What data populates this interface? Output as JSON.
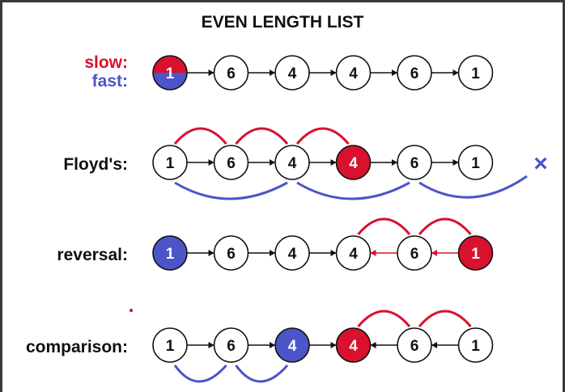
{
  "title": "EVEN LENGTH LIST",
  "labels": {
    "slow": "slow:",
    "fast": "fast:",
    "floyds": "Floyd's:",
    "reversal": "reversal:",
    "comparison": "comparison:"
  },
  "colors": {
    "red": "#d8112e",
    "blue": "#4b55c9",
    "black": "#111111",
    "white": "#ffffff"
  },
  "rows": [
    {
      "id": "legend",
      "values": [
        "1",
        "6",
        "4",
        "4",
        "6",
        "1"
      ],
      "fills": [
        "split",
        "white",
        "white",
        "white",
        "white",
        "white"
      ],
      "arrows": [
        "right",
        "right",
        "right",
        "right",
        "right"
      ],
      "red_arcs": [],
      "blue_arcs": [],
      "x_mark": false
    },
    {
      "id": "floyds",
      "values": [
        "1",
        "6",
        "4",
        "4",
        "6",
        "1"
      ],
      "fills": [
        "white",
        "white",
        "white",
        "red",
        "white",
        "white"
      ],
      "arrows": [
        "right",
        "right",
        "right",
        "right",
        "right"
      ],
      "red_arcs": [
        [
          0,
          1
        ],
        [
          1,
          2
        ],
        [
          2,
          3
        ]
      ],
      "blue_arcs": [
        [
          0,
          2
        ],
        [
          2,
          4
        ],
        [
          4,
          6
        ]
      ],
      "x_mark": true,
      "x_text": "×"
    },
    {
      "id": "reversal",
      "values": [
        "1",
        "6",
        "4",
        "4",
        "6",
        "1"
      ],
      "fills": [
        "blue",
        "white",
        "white",
        "white",
        "white",
        "red"
      ],
      "arrows": [
        "right",
        "right",
        "right",
        "left-red",
        "left-red"
      ],
      "red_arcs": [
        [
          3,
          4
        ],
        [
          4,
          5
        ]
      ],
      "blue_arcs": [],
      "x_mark": false
    },
    {
      "id": "comparison",
      "values": [
        "1",
        "6",
        "4",
        "4",
        "6",
        "1"
      ],
      "fills": [
        "white",
        "white",
        "blue",
        "red",
        "white",
        "white"
      ],
      "arrows": [
        "right",
        "right",
        "right",
        "left",
        "left"
      ],
      "red_arcs": [
        [
          3,
          4
        ],
        [
          4,
          5
        ]
      ],
      "blue_arcs": [
        [
          0,
          1
        ],
        [
          1,
          2
        ]
      ],
      "x_mark": false
    }
  ]
}
